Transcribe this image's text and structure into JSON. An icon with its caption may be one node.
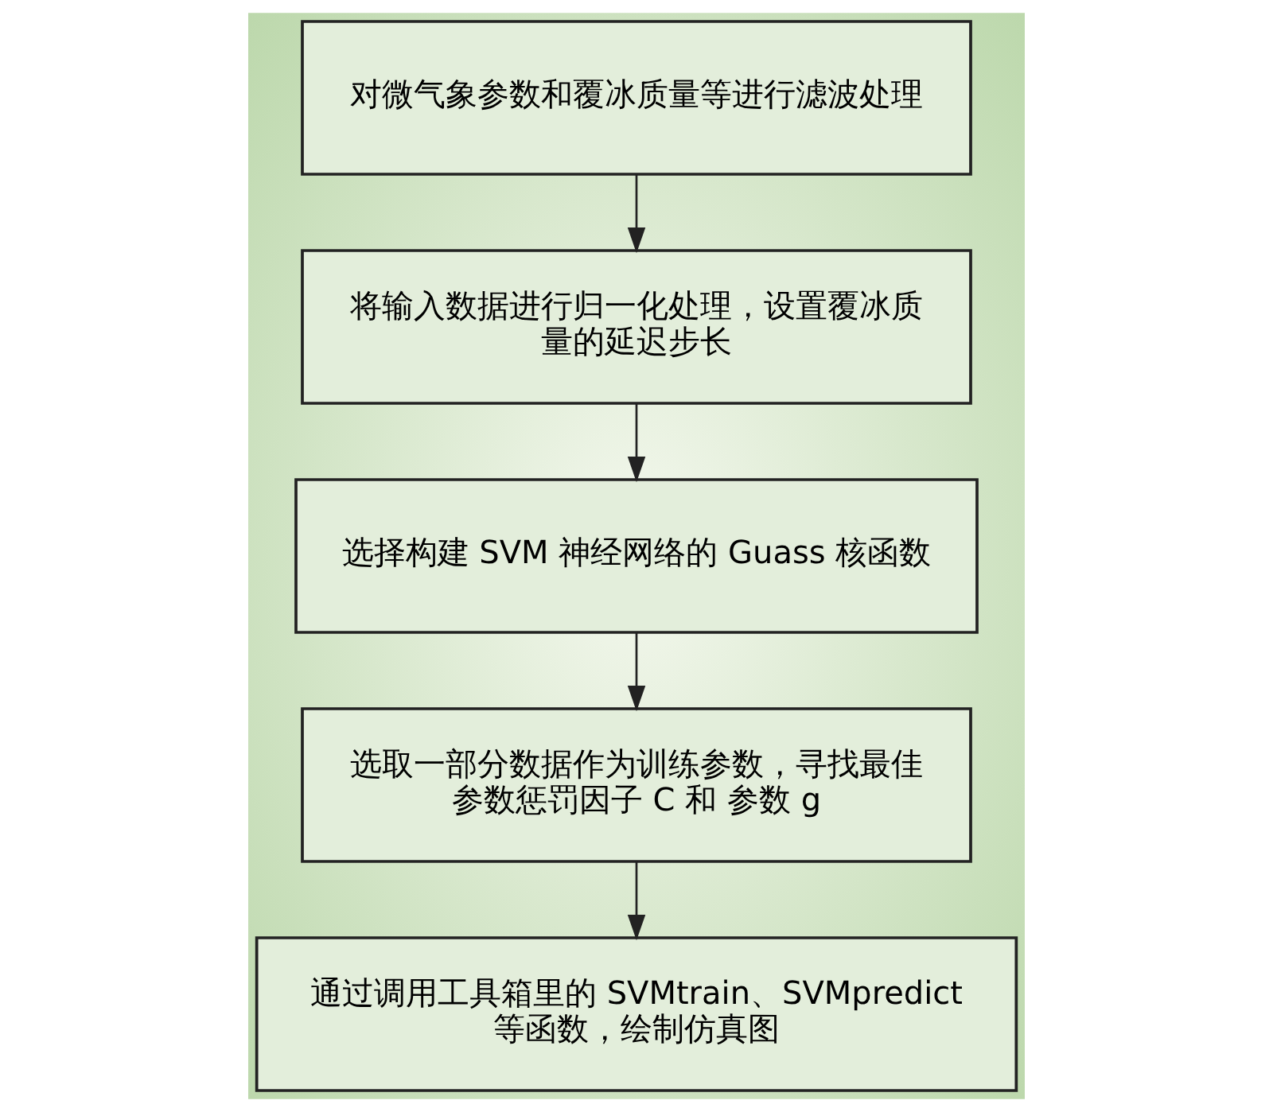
{
  "diagram": {
    "nodes": [
      {
        "text": [
          "对微气象参数和覆冰质量等进行滤波处理"
        ]
      },
      {
        "text": [
          "将输入数据进行归一化处理，设置覆冰质量的延迟步长"
        ]
      },
      {
        "text": [
          "选择构建 SVM 神经网络的 Guass 核函数"
        ]
      },
      {
        "text": [
          "选取一部分数据作为训练参数，寻找最佳参数惩罚因子 C 和 参数 g"
        ]
      },
      {
        "text": [
          "通过调用工具箱里的 SVMtrain、SVMpredict 等函数，绘制仿真图"
        ]
      }
    ],
    "edges": [
      {
        "from": 0,
        "to": 1,
        "arrow": "to"
      },
      {
        "from": 1,
        "to": 2,
        "arrow": "to"
      },
      {
        "from": 2,
        "to": 3,
        "arrow": "to"
      },
      {
        "from": 3,
        "to": 4,
        "arrow": "to"
      }
    ]
  }
}
